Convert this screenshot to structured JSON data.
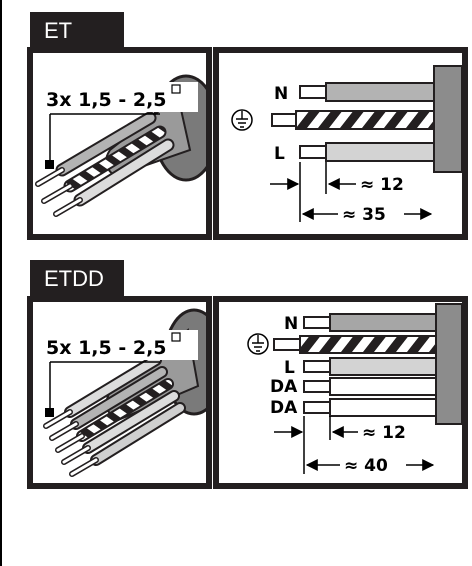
{
  "section_et": {
    "tab_label": "ET",
    "cable_spec": "3x 1,5 - 2,5",
    "conductors": [
      "N",
      "L"
    ],
    "dim_short": "≈ 12",
    "dim_long": "≈ 35"
  },
  "section_etdd": {
    "tab_label": "ETDD",
    "cable_spec": "5x 1,5 - 2,5",
    "conductors": [
      "N",
      "L",
      "DA",
      "DA"
    ],
    "dim_short": "≈ 12",
    "dim_long": "≈ 40"
  },
  "icons": {
    "earth": "earth-ground-icon",
    "square_unit": "mm2-square-icon"
  },
  "colors": {
    "frame": "#231f20",
    "neutral_wire": "#b3b3b3",
    "terminal_block": "#8c8c8c",
    "background": "#ffffff"
  }
}
